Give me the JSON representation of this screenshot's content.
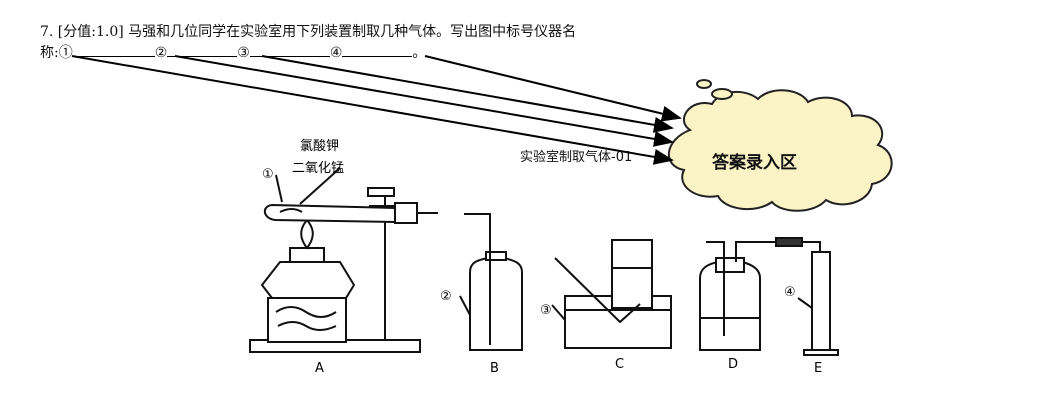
{
  "question": {
    "prefix": "7. [分值:1.0] 马强和几位同学在实验室用下列装置制取几种气体。写出图中标号仪器名",
    "line2_start": "称:",
    "marks": [
      "①",
      "②",
      "③",
      "④"
    ],
    "end": "。"
  },
  "caption": "实验室制取气体-01",
  "answer_area": "答案录入区",
  "figure": {
    "reagent_1": "氯酸钾",
    "reagent_2": "二氧化锰",
    "num_labels": [
      "①",
      "②",
      "③",
      "④"
    ],
    "apparatus_labels": [
      "A",
      "B",
      "C",
      "D",
      "E"
    ]
  }
}
